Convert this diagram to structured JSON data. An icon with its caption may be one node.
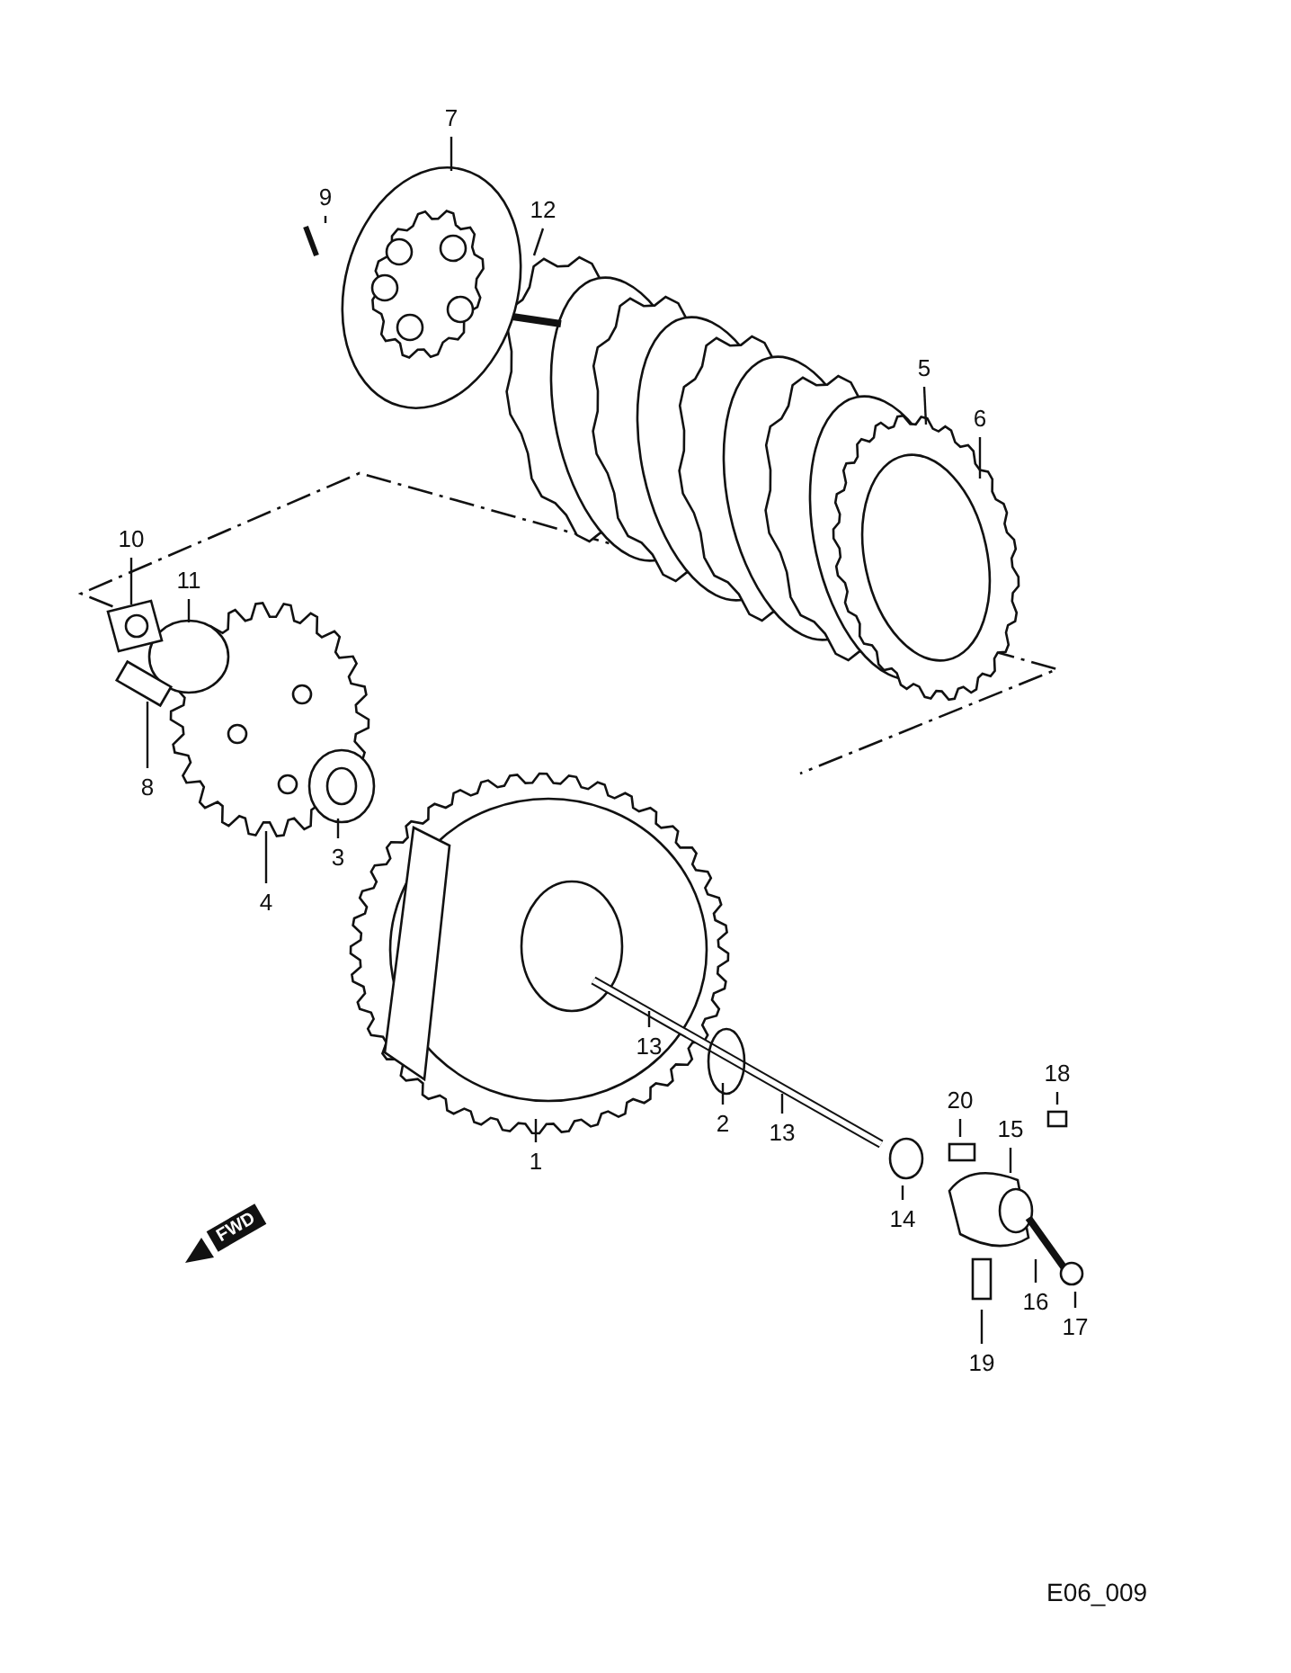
{
  "diagram": {
    "nodes": [
      {
        "text": [
          "7"
        ]
      },
      {
        "text": [
          "9"
        ]
      },
      {
        "text": [
          "12"
        ]
      },
      {
        "text": [
          "5"
        ]
      },
      {
        "text": [
          "6"
        ]
      },
      {
        "text": [
          "10"
        ]
      },
      {
        "text": [
          "11"
        ]
      },
      {
        "text": [
          "8"
        ]
      },
      {
        "text": [
          "4"
        ]
      },
      {
        "text": [
          "3"
        ]
      },
      {
        "text": [
          "1"
        ]
      },
      {
        "text": [
          "13"
        ]
      },
      {
        "text": [
          "2"
        ]
      },
      {
        "text": [
          "13"
        ]
      },
      {
        "text": [
          "20"
        ]
      },
      {
        "text": [
          "18"
        ]
      },
      {
        "text": [
          "15"
        ]
      },
      {
        "text": [
          "14"
        ]
      },
      {
        "text": [
          "16"
        ]
      },
      {
        "text": [
          "17"
        ]
      },
      {
        "text": [
          "19"
        ]
      }
    ],
    "edges": [
      {
        "from": 0,
        "to": null,
        "arrow": "none"
      },
      {
        "from": 1,
        "to": null,
        "arrow": "none"
      },
      {
        "from": 2,
        "to": null,
        "arrow": "none"
      },
      {
        "from": 3,
        "to": null,
        "arrow": "none"
      },
      {
        "from": 4,
        "to": null,
        "arrow": "none"
      },
      {
        "from": 5,
        "to": null,
        "arrow": "none"
      },
      {
        "from": 6,
        "to": null,
        "arrow": "none"
      },
      {
        "from": 7,
        "to": null,
        "arrow": "none"
      },
      {
        "from": 8,
        "to": null,
        "arrow": "none"
      },
      {
        "from": 9,
        "to": null,
        "arrow": "none"
      },
      {
        "from": 10,
        "to": null,
        "arrow": "none"
      },
      {
        "from": 11,
        "to": null,
        "arrow": "none"
      },
      {
        "from": 12,
        "to": null,
        "arrow": "none"
      },
      {
        "from": 13,
        "to": null,
        "arrow": "none"
      },
      {
        "from": 14,
        "to": null,
        "arrow": "none"
      },
      {
        "from": 15,
        "to": null,
        "arrow": "none"
      },
      {
        "from": 16,
        "to": null,
        "arrow": "none"
      },
      {
        "from": 17,
        "to": null,
        "arrow": "none"
      },
      {
        "from": 18,
        "to": null,
        "arrow": "none"
      },
      {
        "from": 19,
        "to": null,
        "arrow": "none"
      },
      {
        "from": 20,
        "to": null,
        "arrow": "none"
      }
    ],
    "labels": [
      "FWD",
      "E06_009"
    ]
  }
}
